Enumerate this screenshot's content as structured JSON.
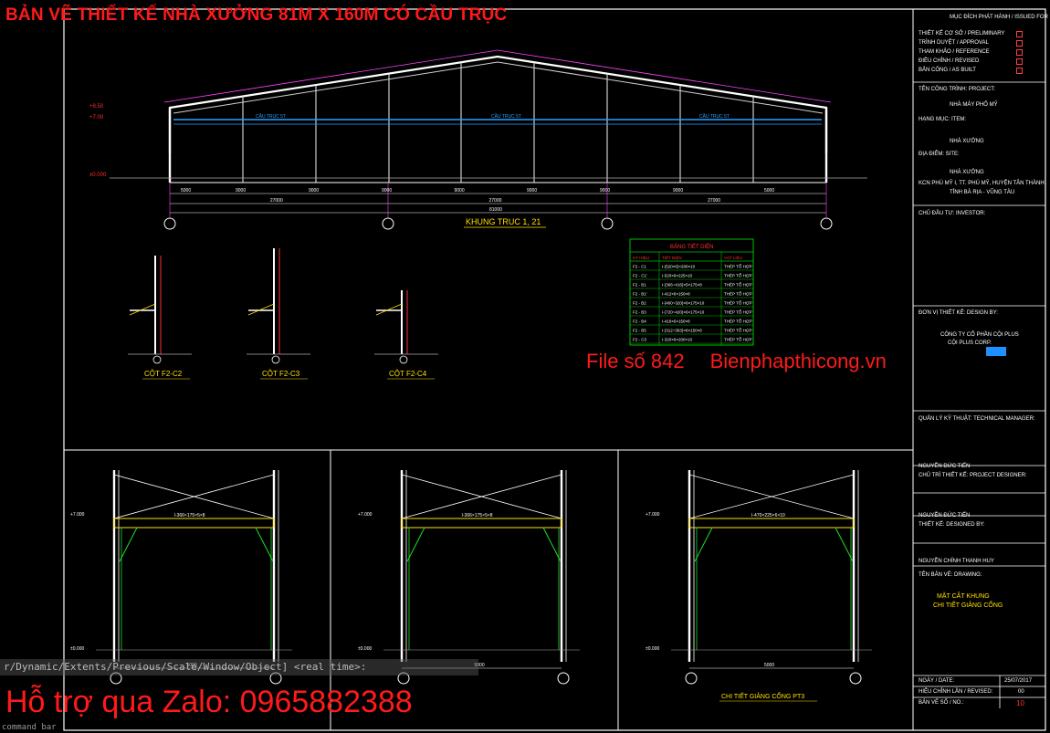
{
  "title": "BẢN VẼ THIẾT KẾ NHÀ XƯỞNG 81M X 160M CÓ CẦU TRỤC",
  "watermark": {
    "file_no": "File số 842",
    "site": "Bienphapthicong.vn"
  },
  "support": "Hỗ trợ qua Zalo: 0965882388",
  "command_bar": "r/Dynamic/Extents/Previous/Scale/Window/Object] <real time>:",
  "command_label": "command bar",
  "frame": {
    "caption": "KHUNG TRUC 1, 21",
    "elev_top": "+8.50",
    "elev_mid": "+7.00",
    "elev_base": "±0.000",
    "dim_bays": [
      "5000",
      "9000",
      "9000",
      "9000",
      "9000",
      "9000",
      "9000",
      "9000",
      "5000"
    ],
    "dim_sub": [
      "27000",
      "27000",
      "27000"
    ],
    "dim_total": "81000",
    "crane_labels": [
      "CẦU TRỤC 5T",
      "CẦU TRỤC 5T",
      "CẦU TRỤC 5T"
    ]
  },
  "columns": {
    "captions": [
      "CỘT F2-C2",
      "CỘT F2-C3",
      "CỘT F2-C4"
    ]
  },
  "section_table": {
    "title": "BẢNG TIẾT DIỆN",
    "headers": [
      "KÝ HIỆU",
      "TIẾT DIỆN",
      "VẬT LIỆU"
    ],
    "rows": [
      [
        "F2 - C1",
        "I-(520×6)×200×10",
        "THÉP TỔ HỢP"
      ],
      [
        "F2 - C1'",
        "I-520×6×225×10",
        "THÉP TỔ HỢP"
      ],
      [
        "F2 - B1",
        "I-(366~416)×5×175×8",
        "THÉP TỔ HỢP"
      ],
      [
        "F2 - B1'",
        "I-412×6×150×8",
        "THÉP TỔ HỢP"
      ],
      [
        "F2 - B2",
        "I-(400~320)×6×175×10",
        "THÉP TỔ HỢP"
      ],
      [
        "F2 - B3",
        "I-(720~420)×6×175×10",
        "THÉP TỔ HỢP"
      ],
      [
        "F2 - B4",
        "I-416×6×150×8",
        "THÉP TỔ HỢP"
      ],
      [
        "F2 - B5",
        "I-(312~363)×6×150×8",
        "THÉP TỔ HỢP"
      ],
      [
        "F2 - C3",
        "I-320×6×200×10",
        "THÉP TỔ HỢP"
      ]
    ]
  },
  "bracing": {
    "captions": [
      "CHI TIẾT GIẰNG CỔNG",
      "CHI TIẾT GIẰNG CỔNG PT3"
    ],
    "beam_labels": [
      "I-366×175×5×8",
      "I-366×175×5×8",
      "I-470×225×6×10"
    ],
    "elev_top": "+7.000",
    "elev_base": "±0.000",
    "width_dims": [
      "5000",
      "5000",
      "5000"
    ]
  },
  "title_block": {
    "header": "MỤC ĐÍCH PHÁT HÀNH / ISSUED FOR",
    "issue_options": [
      "THIẾT KẾ CƠ SỞ / PRELIMINARY",
      "TRÌNH DUYỆT / APPROVAL",
      "THAM KHẢO / REFERENCE",
      "ĐIỀU CHỈNH / REVISED",
      "BẢN CÔNG / AS BUILT"
    ],
    "project_label": "TÊN CÔNG TRÌNH: PROJECT:",
    "project_name": "NHÀ MÁY PHỐ MỸ",
    "item_label": "HẠNG MỤC: ITEM:",
    "item_name": "NHÀ XƯỞNG",
    "location_label": "ĐỊA ĐIỂM: SITE:",
    "location_name": "NHÀ XƯỞNG",
    "address": "KCN PHÚ MỸ I, TT. PHÚ MỸ, HUYỆN TÂN THÀNH",
    "address2": "TỈNH BÀ RỊA - VŨNG TÀU",
    "owner_label": "CHỦ ĐẦU TƯ: INVESTOR:",
    "designer_label": "ĐƠN VỊ THIẾT KẾ: DESIGN BY:",
    "designer_name": "CÔNG TY CỔ PHẦN CỘI PLUS",
    "designer_name2": "CỘI PLUS CORP.",
    "manager_label": "QUẢN LÝ KỸ THUẬT: TECHNICAL MANAGER:",
    "checker_label": "NGUYỄN ĐỨC TIẾN",
    "chief_label": "CHỦ TRÌ THIẾT KẾ: PROJECT DESIGNER:",
    "drawn_label": "NGUYỄN ĐỨC TIẾN",
    "designer_person_label": "THIẾT KẾ: DESIGNED BY:",
    "drafter": "NGUYỄN CHÍNH THANH HUY",
    "sheet_label": "TÊN BẢN VẼ: DRAWING:",
    "sheet_titles": [
      "MẶT CẮT KHUNG",
      "CHI TIẾT GIẰNG CỔNG"
    ],
    "date_label": "NGÀY / DATE:",
    "date_value": "25/07/2017",
    "rev_label": "HIỆU CHỈNH LẦN / REVISED:",
    "rev_value": "00",
    "sheet_no_label": "BẢN VẼ SỐ / NO.:",
    "sheet_no": "10"
  },
  "colors": {
    "background": "#000000",
    "title_red": "#ff1a1a",
    "steel_white": "#ffffff",
    "crane_blue": "#2aa0ff",
    "dim_green": "#22dd22",
    "note_yellow": "#ffe000",
    "grid_magenta": "#ff40ff",
    "table_green": "#00c000"
  }
}
